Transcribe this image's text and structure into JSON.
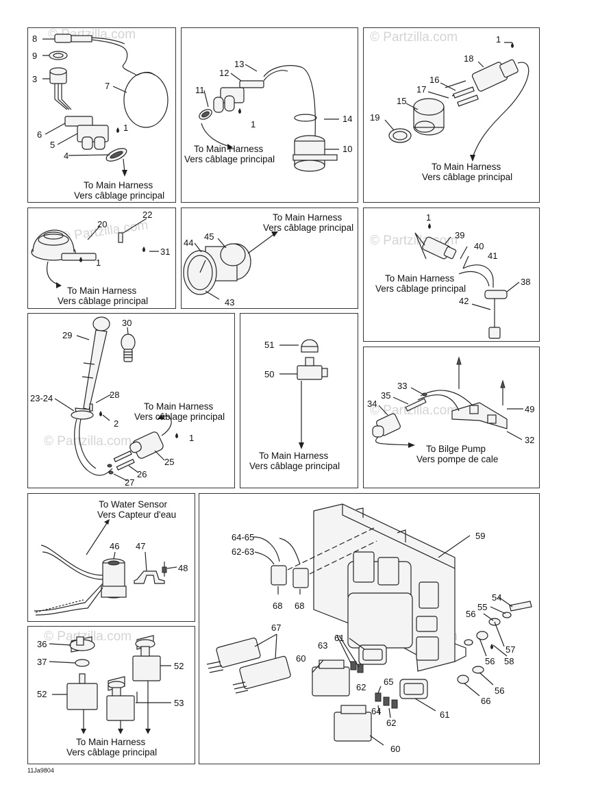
{
  "watermark": "© Partzilla.com",
  "figure_code": "11Ja9804",
  "labels": {
    "to_main": "To Main Harness",
    "vers_main": "Vers câblage principal",
    "to_water": "To Water Sensor",
    "vers_water": "Vers Capteur d'eau",
    "to_bilge": "To Bilge Pump",
    "vers_bilge": "Vers pompe de cale"
  },
  "callouts": {
    "p1": [
      "8",
      "9",
      "3",
      "7",
      "6",
      "5",
      "4",
      "1"
    ],
    "p2": [
      "13",
      "12",
      "11",
      "1",
      "14",
      "10"
    ],
    "p3": [
      "1",
      "18",
      "16",
      "17",
      "15",
      "19"
    ],
    "p4": [
      "20",
      "22",
      "31",
      "1"
    ],
    "p5": [
      "45",
      "44",
      "43"
    ],
    "p6": [
      "1",
      "39",
      "40",
      "41",
      "38",
      "42"
    ],
    "p7": [
      "30",
      "29",
      "28",
      "23-24",
      "2",
      "1",
      "25",
      "26",
      "27"
    ],
    "p8": [
      "51",
      "50"
    ],
    "p9": [
      "33",
      "35",
      "34",
      "49",
      "32"
    ],
    "p10": [
      "46",
      "47",
      "48"
    ],
    "p11": [
      "36",
      "37",
      "52",
      "52",
      "53"
    ],
    "p12": [
      "64-65",
      "62-63",
      "59",
      "68",
      "68",
      "67",
      "54",
      "55",
      "56",
      "57",
      "56",
      "58",
      "61",
      "63",
      "60",
      "62",
      "65",
      "61",
      "56",
      "66",
      "64",
      "62",
      "60"
    ]
  }
}
